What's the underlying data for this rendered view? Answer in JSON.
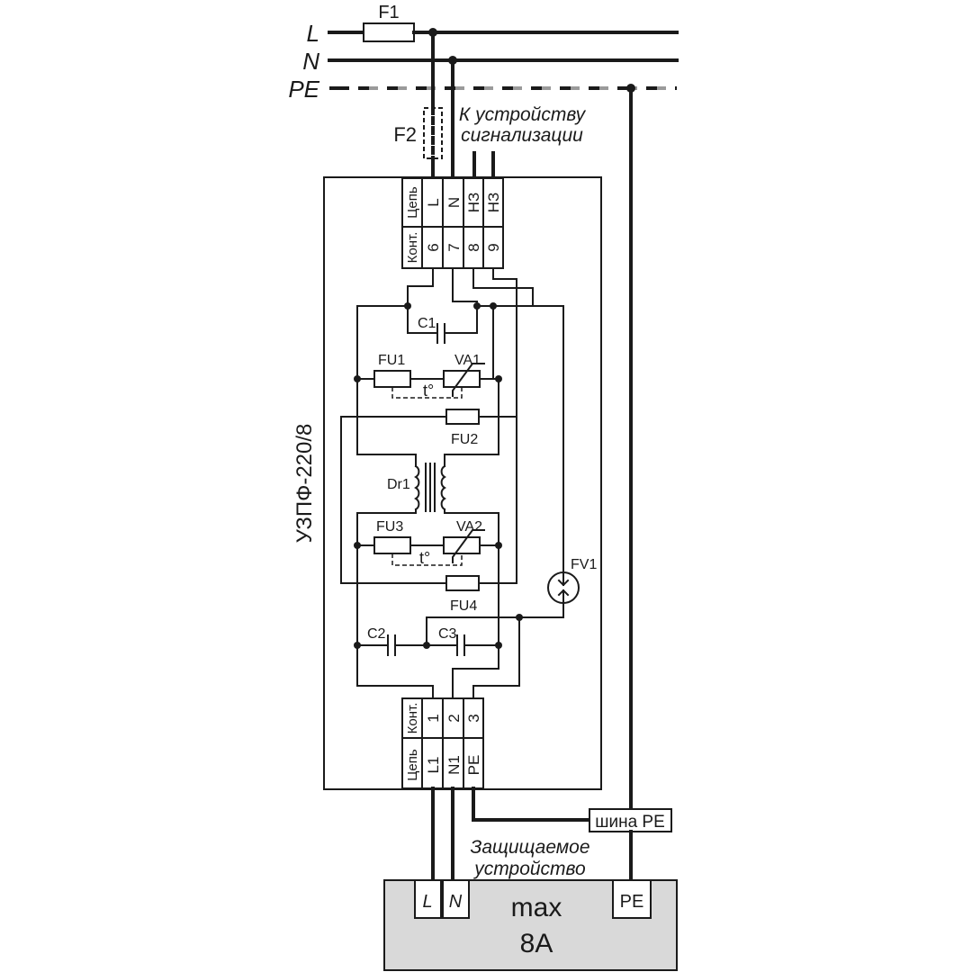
{
  "bus": {
    "L": "L",
    "N": "N",
    "PE": "PE"
  },
  "fuses_external": {
    "F1": "F1",
    "F2": "F2"
  },
  "alarm_device_label": {
    "line1": "К устройству",
    "line2": "сигнализации"
  },
  "device_name": "УЗПФ-220/8",
  "top_terminal": {
    "header_circuit": "Цепь",
    "header_contact": "Конт.",
    "circuits": [
      "L",
      "N",
      "НЗ",
      "НЗ"
    ],
    "contacts": [
      "6",
      "7",
      "8",
      "9"
    ]
  },
  "bottom_terminal": {
    "header_contact": "Конт.",
    "header_circuit": "Цепь",
    "contacts": [
      "1",
      "2",
      "3"
    ],
    "circuits": [
      "L1",
      "N1",
      "PE"
    ]
  },
  "components": {
    "C1": "C1",
    "C2": "C2",
    "C3": "C3",
    "FU1": "FU1",
    "FU2": "FU2",
    "FU3": "FU3",
    "FU4": "FU4",
    "VA1": "VA1",
    "VA2": "VA2",
    "Dr1": "Dr1",
    "FV1": "FV1",
    "thermal1": "t°",
    "thermal2": "t°"
  },
  "pe_bus_label": "шина PE",
  "protected_device": {
    "label_line1": "Защищаемое",
    "label_line2": "устройство",
    "terminals": [
      "L",
      "N",
      "PE"
    ],
    "rating_line1": "max",
    "rating_line2": "8A"
  }
}
